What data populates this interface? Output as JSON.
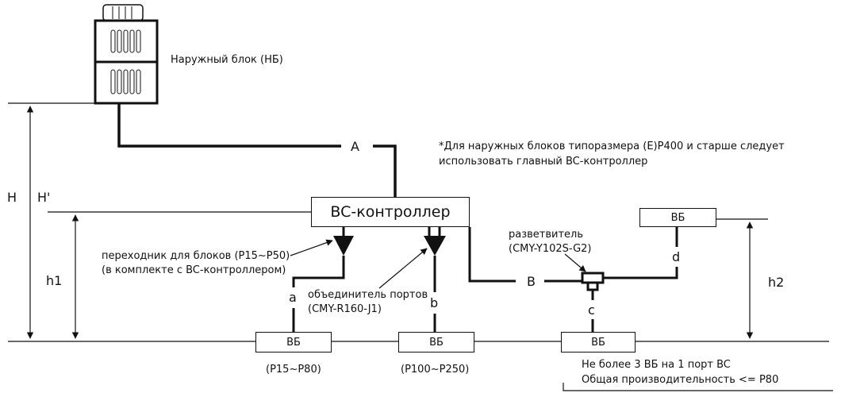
{
  "outdoor_unit": {
    "label": "Наружный блок (НБ)"
  },
  "bc_controller": {
    "label": "BC-контроллер"
  },
  "note": {
    "line1": "*Для наружных блоков типоразмера (E)P400 и старше следует",
    "line2": "использовать главный BC-контроллер"
  },
  "pipes": {
    "A": "A",
    "B": "B",
    "a": "a",
    "b": "b",
    "c": "c",
    "d": "d"
  },
  "heights": {
    "H": "H",
    "H_prime": "H'",
    "h1": "h1",
    "h2": "h2"
  },
  "adapter": {
    "line1": "переходник для блоков (P15~P50)",
    "line2": "(в комплекте с BC-контроллером)"
  },
  "joiner": {
    "line1": "объединитель портов",
    "line2": "(CMY-R160-J1)"
  },
  "branch": {
    "line1": "разветвитель",
    "line2": "(CMY-Y102S-G2)"
  },
  "indoor_units": [
    {
      "label": "ВБ",
      "caption": "(P15~P80)"
    },
    {
      "label": "ВБ",
      "caption": "(P100~P250)"
    },
    {
      "label": "ВБ",
      "caption": ""
    },
    {
      "label": "ВБ",
      "caption": ""
    }
  ],
  "port_limits": {
    "line1": "Не более 3 ВБ на 1 порт BC",
    "line2": "Общая производительность <= P80"
  }
}
